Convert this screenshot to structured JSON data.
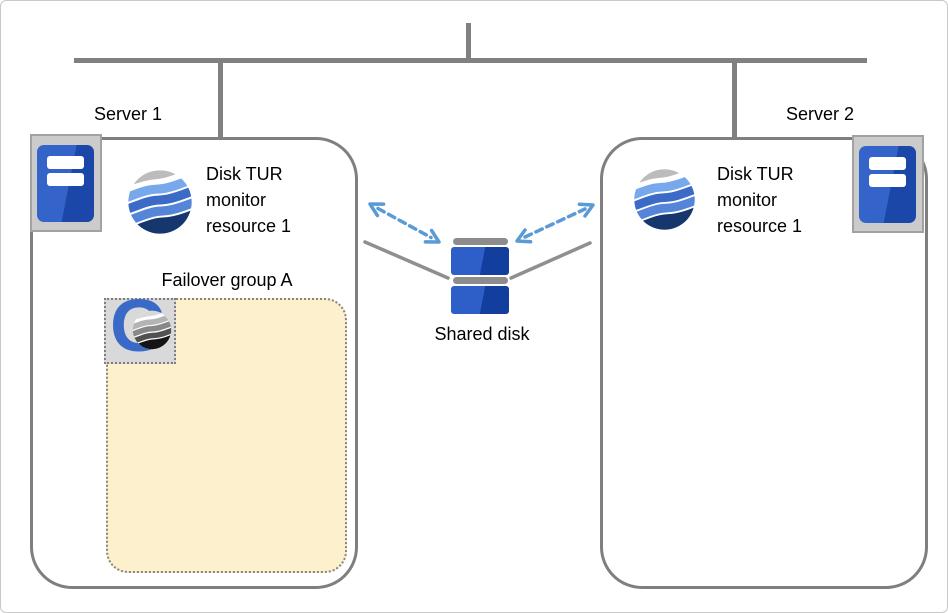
{
  "server1": {
    "label": "Server 1",
    "monitor_label": "Disk TUR\nmonitor\nresource 1",
    "failover_group_label": "Failover group A",
    "group_icon_letter": "G"
  },
  "server2": {
    "label": "Server 2",
    "monitor_label": "Disk TUR\nmonitor\nresource 1"
  },
  "shared_disk": {
    "label": "Shared disk"
  },
  "icons": {
    "server1_computer": "server-tower-icon",
    "server2_computer": "server-tower-icon",
    "monitor_sphere": "wave-sphere-icon",
    "failover_group": "group-g-icon",
    "shared_disk": "disk-stack-icon"
  },
  "colors": {
    "network_line_gray": "#808080",
    "box_border_gray": "#7f7f7f",
    "arrow_blue": "#5b9bd5",
    "failover_fill": "#fdf0cd",
    "disk_blue": "#2e5ec8",
    "disk_blue_dark": "#123e9e",
    "sphere_navy": "#16366e",
    "group_letter_blue": "#3a6ac8"
  }
}
